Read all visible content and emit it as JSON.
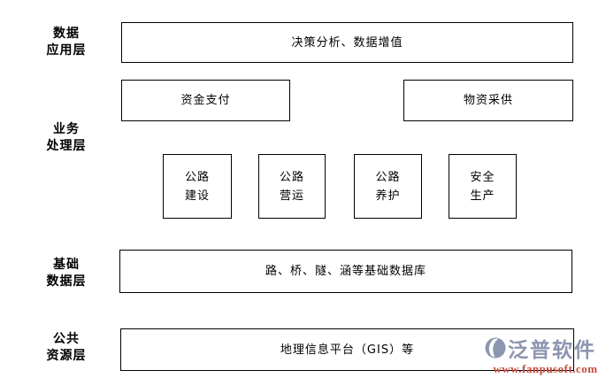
{
  "diagram": {
    "title": "highway-management-layered-architecture",
    "layer_labels": [
      {
        "line1": "数据",
        "line2": "应用层"
      },
      {
        "line1": "业务",
        "line2": "处理层"
      },
      {
        "line1": "基础",
        "line2": "数据层"
      },
      {
        "line1": "公共",
        "line2": "资源层"
      }
    ],
    "boxes": {
      "decision": "决策分析、数据增值",
      "payment": "资金支付",
      "materials": "物资采供",
      "construction": {
        "line1": "公路",
        "line2": "建设"
      },
      "operation": {
        "line1": "公路",
        "line2": "营运"
      },
      "maintenance": {
        "line1": "公路",
        "line2": "养护"
      },
      "safety": {
        "line1": "安全",
        "line2": "生产"
      },
      "database": "路、桥、隧、涵等基础数据库",
      "gis": "地理信息平台（GIS）等"
    },
    "colors": {
      "background": "#ffffff",
      "box_border": "#000000",
      "text": "#000000"
    }
  },
  "logo": {
    "name": "泛普软件",
    "url": "www.fanpusoft.com",
    "brand_color": "#8c96af",
    "url_color": "#c84a3c"
  }
}
